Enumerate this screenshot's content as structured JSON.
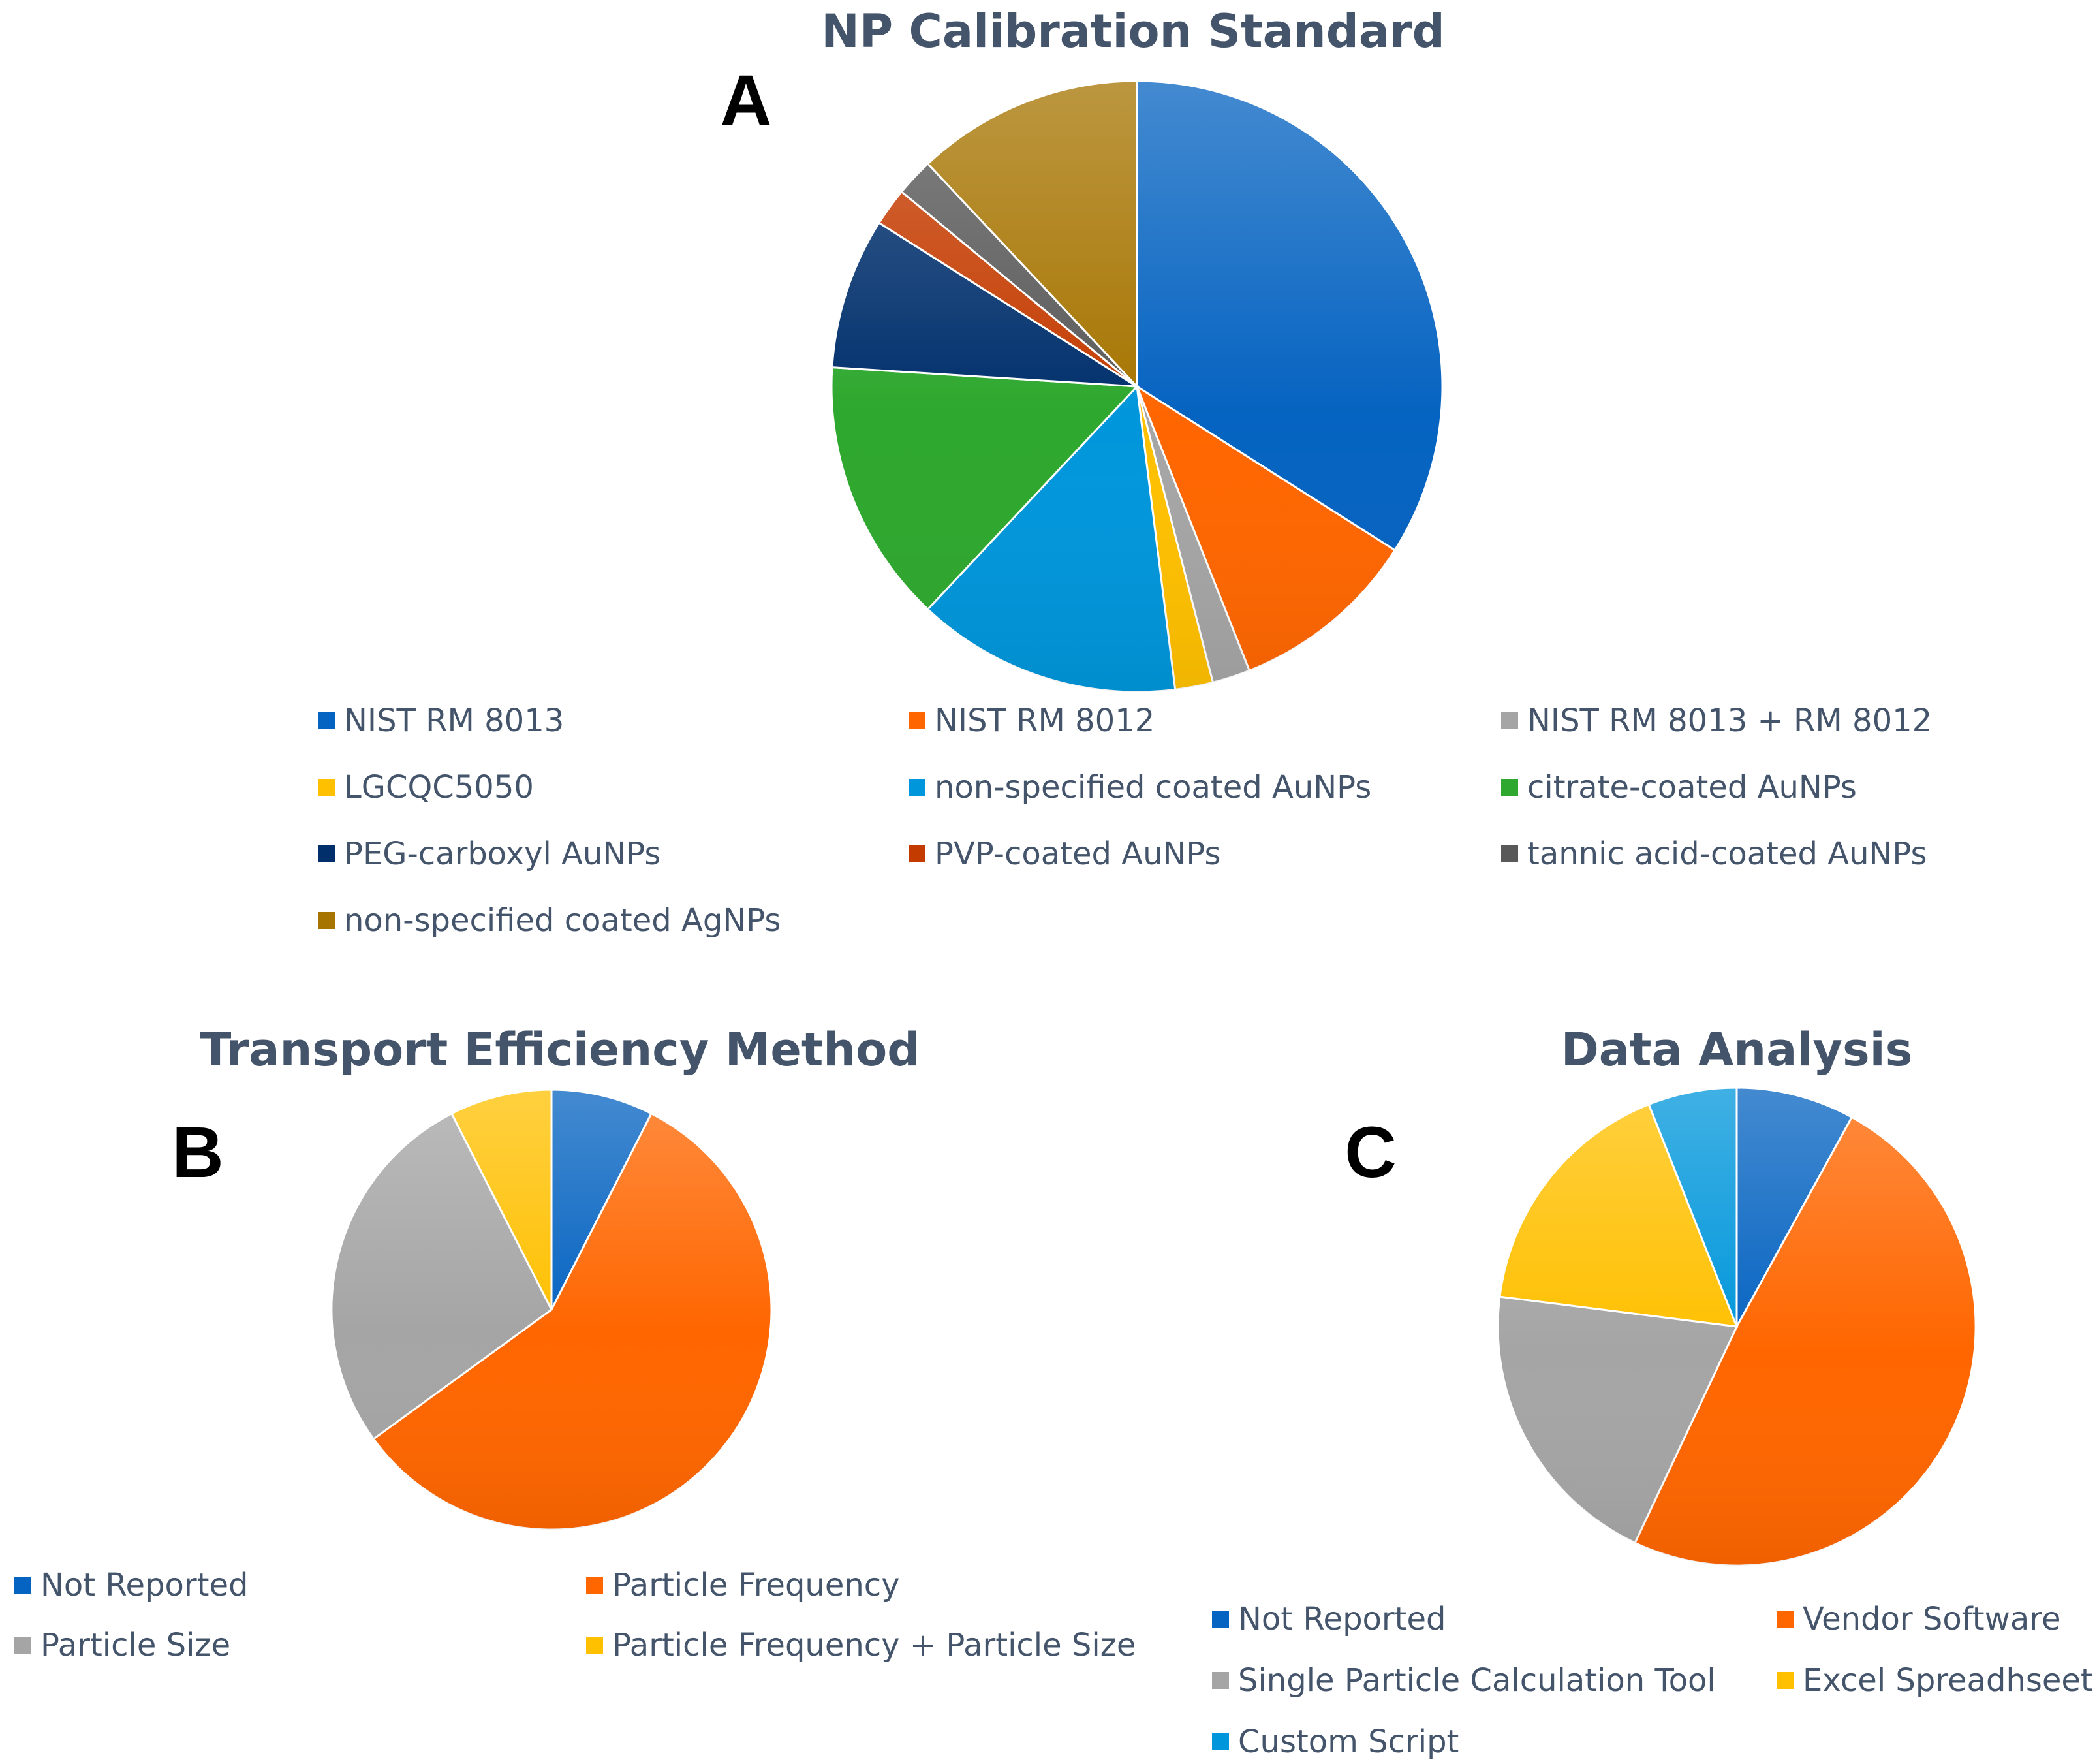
{
  "panels": {
    "a": "A",
    "b": "B",
    "c": "C"
  },
  "chart_data": [
    {
      "type": "pie",
      "title": "NP Calibration Standard",
      "slices": [
        {
          "label": "NIST RM 8013",
          "value": 34,
          "color": "#0563C1"
        },
        {
          "label": "NIST RM 8012",
          "value": 10,
          "color": "#FF6600"
        },
        {
          "label": "NIST RM 8013 + RM 8012",
          "value": 2,
          "color": "#A5A5A5"
        },
        {
          "label": "LGCQC5050",
          "value": 2,
          "color": "#FFC000"
        },
        {
          "label": "non-specified coated AuNPs",
          "value": 14,
          "color": "#0096DB"
        },
        {
          "label": "citrate-coated AuNPs",
          "value": 14,
          "color": "#2EA82E"
        },
        {
          "label": "PEG-carboxyl AuNPs",
          "value": 8,
          "color": "#002F6C"
        },
        {
          "label": "PVP-coated AuNPs",
          "value": 2,
          "color": "#C43B00"
        },
        {
          "label": "tannic acid-coated AuNPs",
          "value": 2,
          "color": "#595959"
        },
        {
          "label": "non-specified coated AgNPs",
          "value": 12,
          "color": "#A67400"
        }
      ],
      "legend_position": "bottom"
    },
    {
      "type": "pie",
      "title": "Transport Efficiency Method",
      "slices": [
        {
          "label": "Not Reported",
          "value": 7.5,
          "color": "#0563C1"
        },
        {
          "label": "Particle Frequency",
          "value": 57.5,
          "color": "#FF6600"
        },
        {
          "label": "Particle Size",
          "value": 27.5,
          "color": "#A5A5A5"
        },
        {
          "label": "Particle Frequency + Particle Size",
          "value": 7.5,
          "color": "#FFC000"
        }
      ],
      "legend_position": "bottom"
    },
    {
      "type": "pie",
      "title": "Data Analysis",
      "slices": [
        {
          "label": "Not Reported",
          "value": 8,
          "color": "#0563C1"
        },
        {
          "label": "Vendor Software",
          "value": 49,
          "color": "#FF6600"
        },
        {
          "label": "Single Particle Calculation Tool",
          "value": 20,
          "color": "#A5A5A5"
        },
        {
          "label": "Excel Spreadhseet",
          "value": 17,
          "color": "#FFC000"
        },
        {
          "label": "Custom Script",
          "value": 6,
          "color": "#0096DB"
        }
      ],
      "legend_position": "bottom"
    }
  ]
}
